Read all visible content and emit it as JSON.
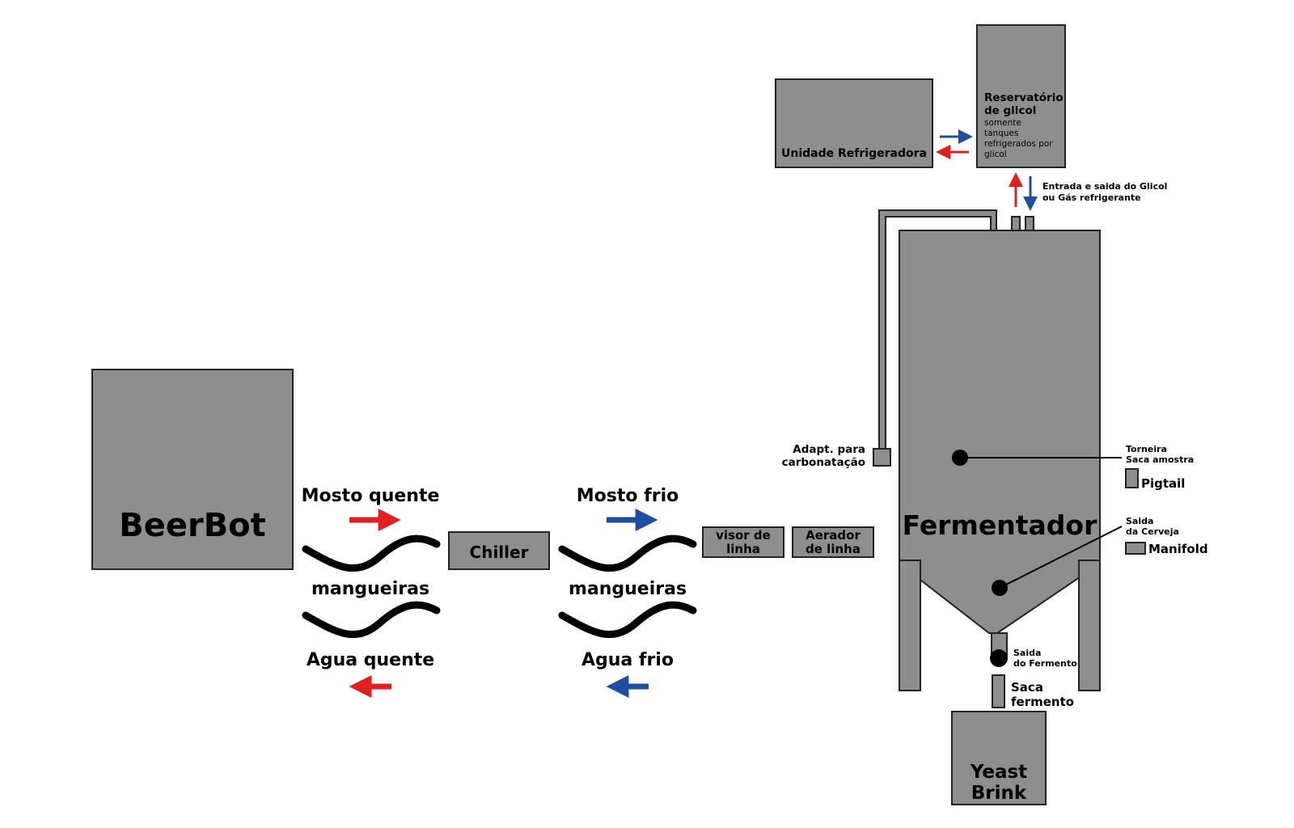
{
  "colors": {
    "hot": "#e02020",
    "cold": "#1f4fa0",
    "box_fill": "#8e8e8e",
    "box_stroke": "#222222"
  },
  "beerbot": "BeerBot",
  "chiller": "Chiller",
  "hot_side": {
    "mosto": "Mosto quente",
    "hoses": "mangueiras",
    "agua": "Agua quente"
  },
  "cold_side": {
    "mosto": "Mosto frio",
    "hoses": "mangueiras",
    "agua": "Agua frio"
  },
  "visor": {
    "line1": "visor de",
    "line2": "linha"
  },
  "aerador": {
    "line1": "Aerador",
    "line2": "de linha"
  },
  "unidade": "Unidade Refrigeradora",
  "reservatorio": {
    "title1": "Reservatório",
    "title2": "de glicol",
    "note1": "somente",
    "note2": "tanques",
    "note3": "refrigerados por",
    "note4": "glicol"
  },
  "glicol_io": {
    "line1": "Entrada e saida do Glicol",
    "line2": "ou Gás refrigerante"
  },
  "adapt": {
    "line1": "Adapt. para",
    "line2": "carbonatação"
  },
  "fermentador": "Fermentador",
  "torneira": {
    "line1": "Torneira",
    "line2": "Saca amostra"
  },
  "pigtail": "Pigtail",
  "saida_cerveja": {
    "line1": "Saida",
    "line2": "da Cerveja"
  },
  "manifold": "Manifold",
  "saida_fermento": {
    "line1": "Saida",
    "line2": "do Fermento"
  },
  "saca": {
    "line1": "Saca",
    "line2": "fermento"
  },
  "yeast": {
    "line1": "Yeast",
    "line2": "Brink"
  }
}
